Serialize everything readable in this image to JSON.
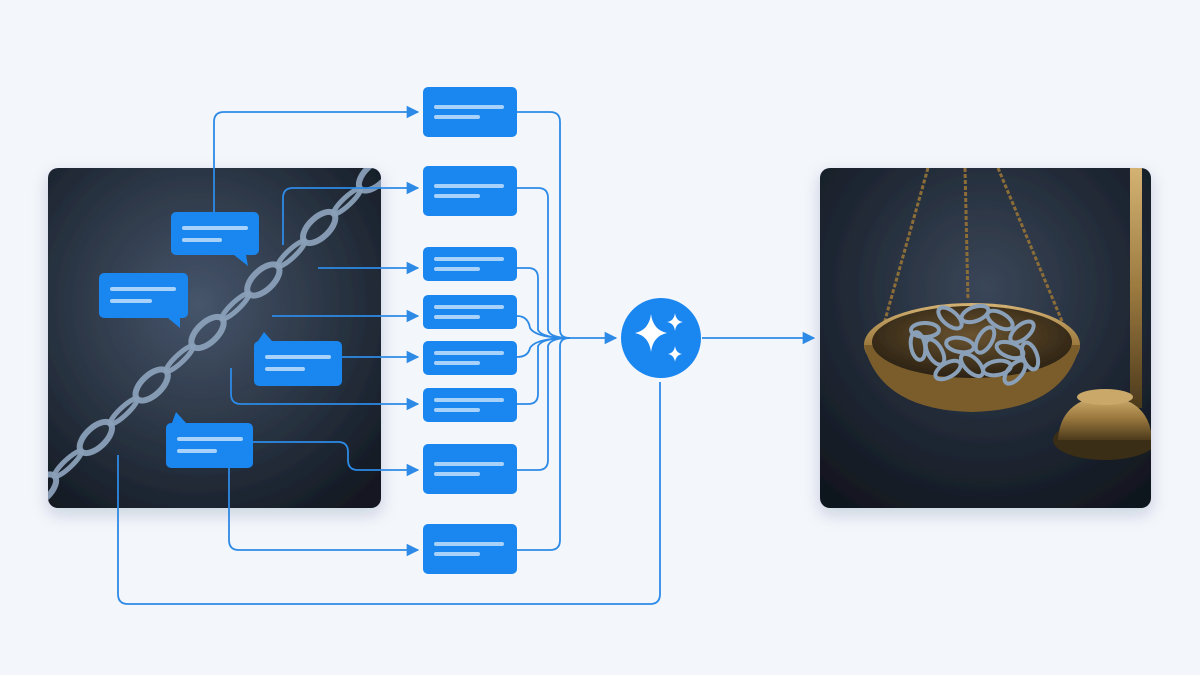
{
  "colors": {
    "background": "#f3f6fb",
    "accent": "#1a86f0",
    "card": "#1a86f0",
    "card_lines": "#a9d2fb",
    "connector": "#2d8ae6",
    "slate_dark": "#141b27",
    "slate_light": "#3c4a5e",
    "chain_metal": "#8aa0b8",
    "brass": "#b5934f"
  },
  "diagram": {
    "source_image": {
      "subject": "chain-on-slate",
      "annotation_bubbles": 4
    },
    "outcome_cards": 8,
    "center_node": {
      "icon": "sparkle-icon"
    },
    "output_image": {
      "subject": "chain-in-scale-pan"
    }
  }
}
